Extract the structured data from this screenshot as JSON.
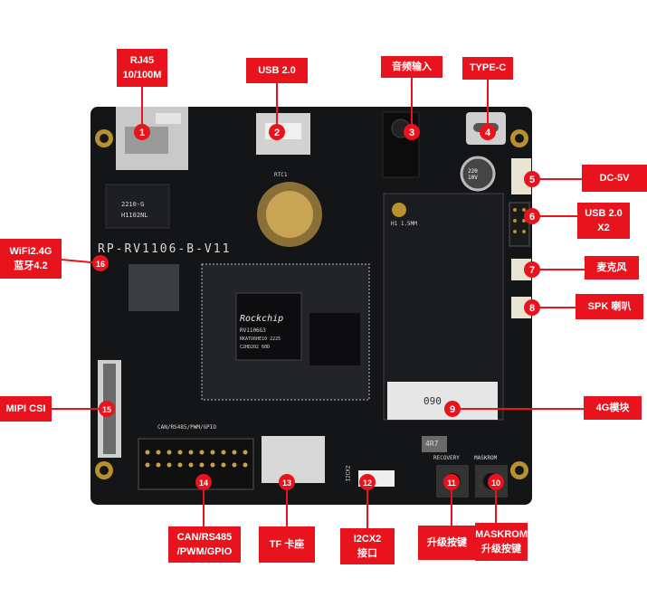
{
  "accent_color": "#e8131d",
  "board": {
    "model_silk": "RP-RV1106-B-V11",
    "chip_brand": "Rockchip",
    "chip_model": "RV1106G3",
    "chip_code": "RKATO6HE10 2225",
    "chip_code2": "C2HD202 60D",
    "transformer_code1": "2210-G",
    "transformer_code2": "H1102NL",
    "battery_label": "RTC1",
    "cap_label": "220 10V",
    "resistor_label": "4R7",
    "minipcie_label": "090",
    "header_label": "CAN/RS485/PWM/GPIO",
    "i2c_silk": "I2CX2",
    "recovery_silk": "RECOVERY",
    "maskrom_silk": "MASKROM",
    "hole_label": "H1 1.5MM"
  },
  "callouts": [
    {
      "num": "1",
      "text": [
        "RJ45",
        "10/100M"
      ]
    },
    {
      "num": "2",
      "text": [
        "USB 2.0"
      ]
    },
    {
      "num": "3",
      "text": [
        "音频输入"
      ]
    },
    {
      "num": "4",
      "text": [
        "TYPE-C"
      ]
    },
    {
      "num": "5",
      "text": [
        "DC-5V"
      ]
    },
    {
      "num": "6",
      "text": [
        "USB 2.0",
        "X2"
      ]
    },
    {
      "num": "7",
      "text": [
        "麦克风"
      ]
    },
    {
      "num": "8",
      "text": [
        "SPK 喇叭"
      ]
    },
    {
      "num": "9",
      "text": [
        "4G模块"
      ]
    },
    {
      "num": "10",
      "text": [
        "MASKROM",
        "升级按键"
      ]
    },
    {
      "num": "11",
      "text": [
        "升级按键"
      ]
    },
    {
      "num": "12",
      "text": [
        "I2CX2",
        "接口"
      ]
    },
    {
      "num": "13",
      "text": [
        "TF 卡座"
      ]
    },
    {
      "num": "14",
      "text": [
        "CAN/RS485",
        "/PWM/GPIO"
      ]
    },
    {
      "num": "15",
      "text": [
        "MIPI CSI"
      ]
    },
    {
      "num": "16",
      "text": [
        "WiFi2.4G",
        "蓝牙4.2"
      ]
    }
  ]
}
